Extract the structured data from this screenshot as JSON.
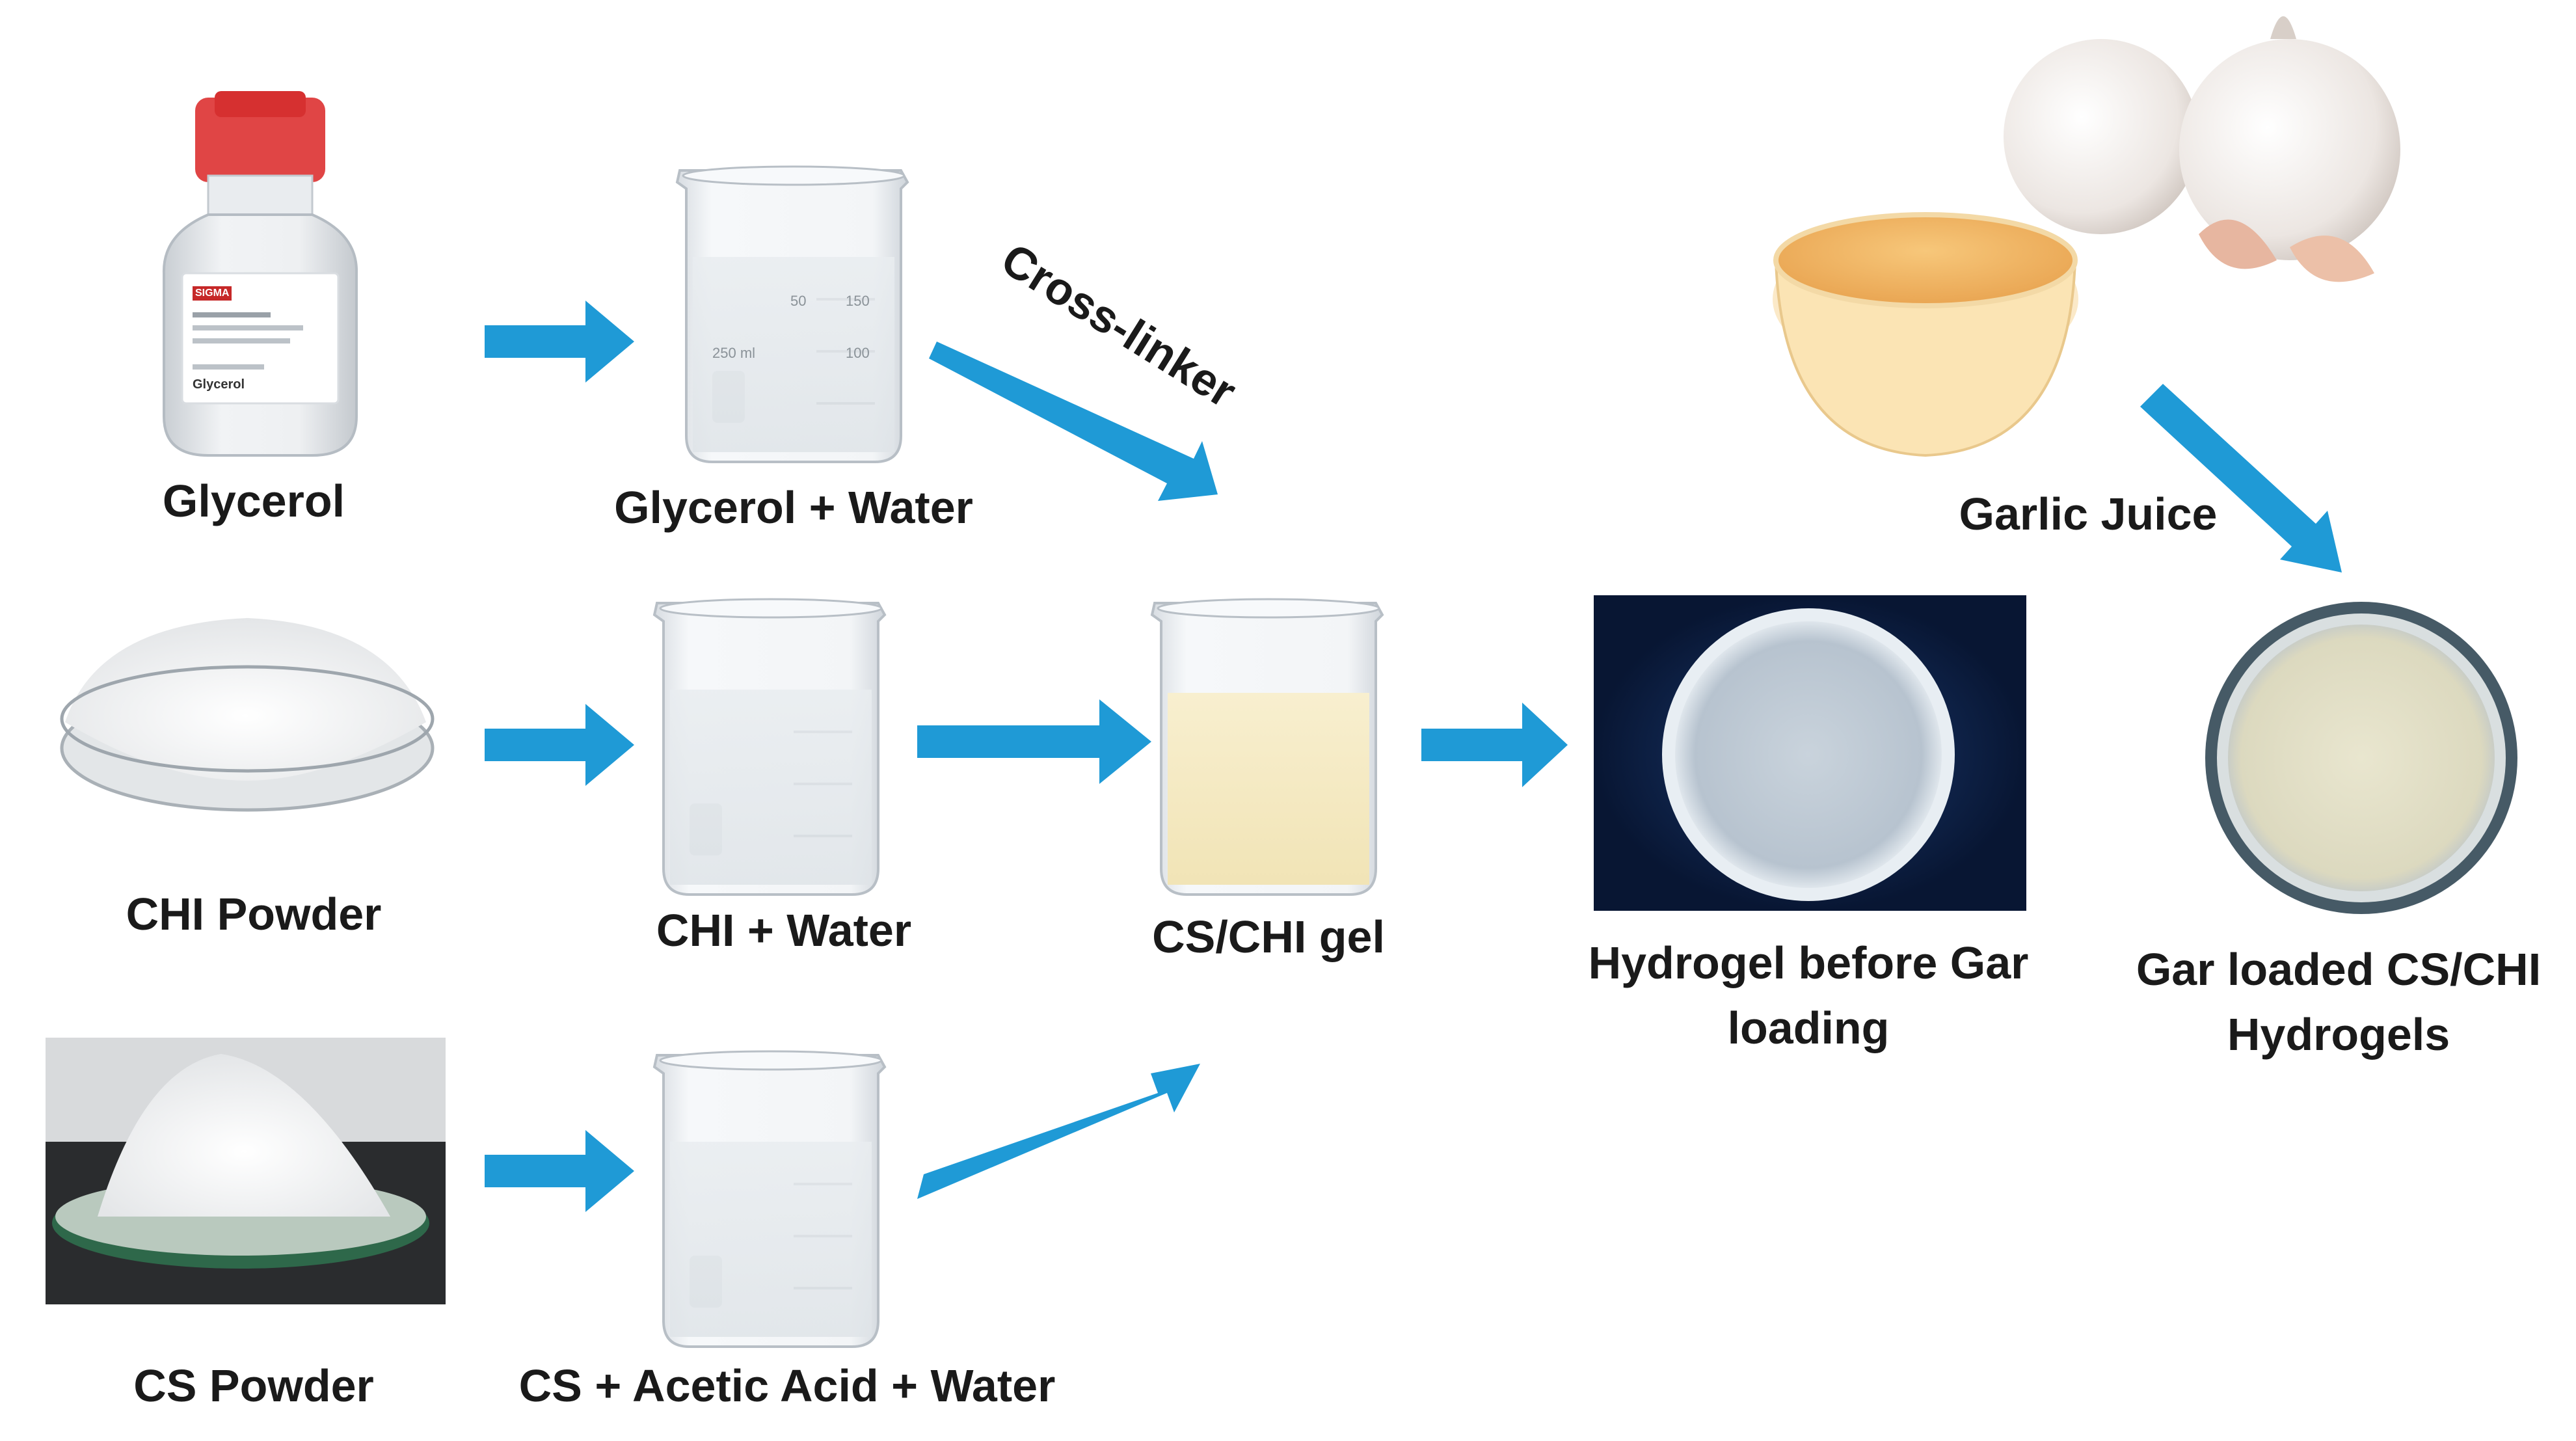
{
  "labels": {
    "glycerol": "Glycerol",
    "glycerol_water": "Glycerol + Water",
    "cross_linker": "Cross-linker",
    "chi_powder": "CHI Powder",
    "chi_water": "CHI + Water",
    "cs_chi_gel": "CS/CHI gel",
    "hydrogel_before_line1": "Hydrogel before Gar",
    "hydrogel_before_line2": "loading",
    "garlic_juice": "Garlic Juice",
    "gar_loaded_line1": "Gar loaded CS/CHI",
    "gar_loaded_line2": "Hydrogels",
    "cs_powder": "CS Powder",
    "cs_acetic_water": "CS + Acetic Acid + Water"
  },
  "bottle_label": {
    "brand": "SIGMA",
    "product": "Glycerol"
  },
  "beaker_marks": {
    "volume": "250 ml",
    "tick_50": "50",
    "tick_150": "150",
    "tick_100": "100"
  },
  "colors": {
    "arrow_blue": "#1f9ad6",
    "label_text": "#1a1a1a",
    "gel_yellow": "#f6ecc4",
    "dish_dark_bg": "#0e1f4a",
    "juice_orange": "#f2b764"
  }
}
